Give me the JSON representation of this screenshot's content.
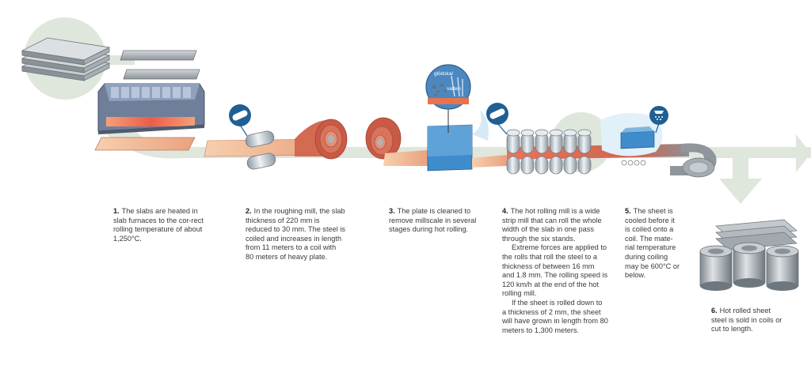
{
  "colors": {
    "flow_band": "#dfe6dc",
    "hot_steel": "#e8735a",
    "warm_steel": "#f6c6a4",
    "cool_steel": "#9aa2a8",
    "water_blue": "#3f8ccc",
    "roller_grey": "#b9c3cb",
    "badge_blue": "#1f5f94"
  },
  "icons": [
    "roller-badge-icon",
    "water-spray-badge-icon",
    "magnifier-callout-icon"
  ],
  "callout": {
    "label_top": "glödskal",
    "label_bottom": "vatten"
  },
  "steps": [
    {
      "number": "1.",
      "paragraphs": [
        "The slabs are heated in slab furnaces to the cor-rect rolling temperature of about 1,250°C."
      ]
    },
    {
      "number": "2.",
      "paragraphs": [
        "In the roughing mill, the slab thickness of 220 mm is reduced to 30 mm. The steel is coiled and increases in length from 11 meters to a coil with 80 meters of heavy plate."
      ]
    },
    {
      "number": "3.",
      "paragraphs": [
        "The plate is cleaned to remove millscale in several stages during hot rolling."
      ]
    },
    {
      "number": "4.",
      "paragraphs": [
        "The hot rolling mill is a wide strip mill that can roll the whole width of the slab in one pass through the six stands.",
        "Extreme forces are applied to the rolls that roll the steel to a thickness of between 16 mm and 1.8 mm. The rolling speed is 120 km/h at the end of the hot rolling mill.",
        "If the sheet is rolled down to a thickness of 2 mm, the sheet will have grown in length from 80 meters to 1,300 meters."
      ]
    },
    {
      "number": "5.",
      "paragraphs": [
        "The sheet is cooled before it is coiled onto a coil. The mate-rial temperature during coiling may be 600°C or below."
      ]
    },
    {
      "number": "6.",
      "paragraphs": [
        "Hot rolled sheet steel is sold in coils or cut to length."
      ]
    }
  ]
}
